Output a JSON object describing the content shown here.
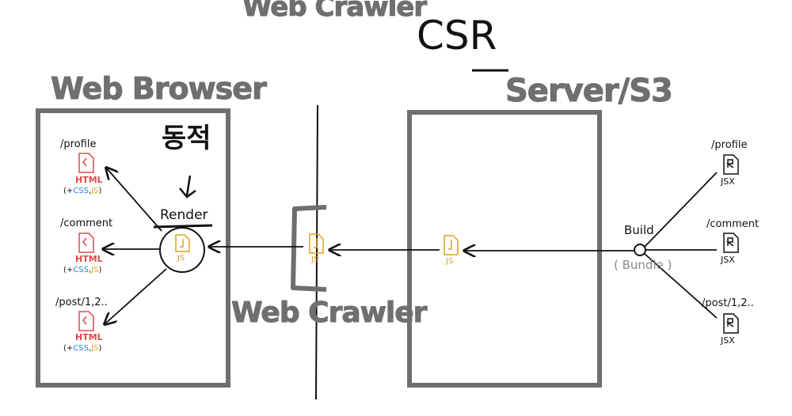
{
  "title": "CSR",
  "crawler_top": "Web Crawler",
  "crawler_bottom": "Web Crawler",
  "browser": {
    "title": "Web Browser",
    "dynamic_label": "동적",
    "render_label": "Render",
    "render_file": "JS",
    "pages": [
      {
        "path": "/profile",
        "type": "HTML",
        "assets_open": "(+",
        "css": "CSS",
        "sep": ",",
        "js": "JS",
        "assets_close": ")"
      },
      {
        "path": "/comment",
        "type": "HTML",
        "assets_open": "(+",
        "css": "CSS",
        "sep": ",",
        "js": "JS",
        "assets_close": ")"
      },
      {
        "path": "/post/1,2..",
        "type": "HTML",
        "assets_open": "(+",
        "css": "CSS",
        "sep": ",",
        "js": "JS",
        "assets_close": ")"
      }
    ]
  },
  "crawler_file": "JS",
  "server": {
    "title": "Server/S3",
    "file": "JS",
    "build_label": "Build",
    "bundle_label": "( Bundle )"
  },
  "sources": [
    {
      "path": "/profile",
      "type": "JSX"
    },
    {
      "path": "/comment",
      "type": "JSX"
    },
    {
      "path": "/post/1,2..",
      "type": "JSX"
    }
  ],
  "colors": {
    "box": "#6f6f6f",
    "html": "#e04a4a",
    "css": "#2a7fd4",
    "js": "#e0a020"
  }
}
